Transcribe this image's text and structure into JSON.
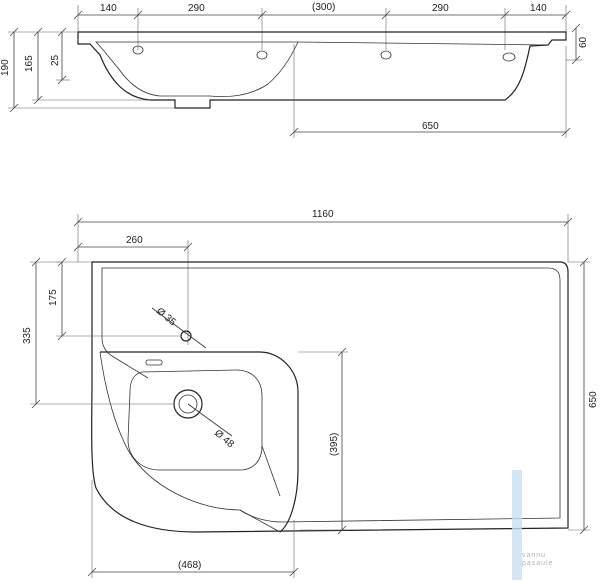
{
  "top_view": {
    "dims_top": [
      "140",
      "290",
      "(300)",
      "290",
      "140"
    ],
    "dim_left_190": "190",
    "dim_left_165": "165",
    "dim_left_25": "25",
    "dim_right_60": "60",
    "dim_650": "650"
  },
  "plan_view": {
    "dim_1160": "1160",
    "dim_260": "260",
    "dim_175": "175",
    "dim_335": "335",
    "dim_650": "650",
    "dim_395": "(395)",
    "dim_468": "(468)",
    "dia_35": "Ø 35",
    "dia_48": "Ø 48"
  },
  "watermark": {
    "line1": "vannu",
    "line2": "pasaule"
  },
  "colors": {
    "line": "#222222",
    "watermark": "#c9dff0"
  }
}
